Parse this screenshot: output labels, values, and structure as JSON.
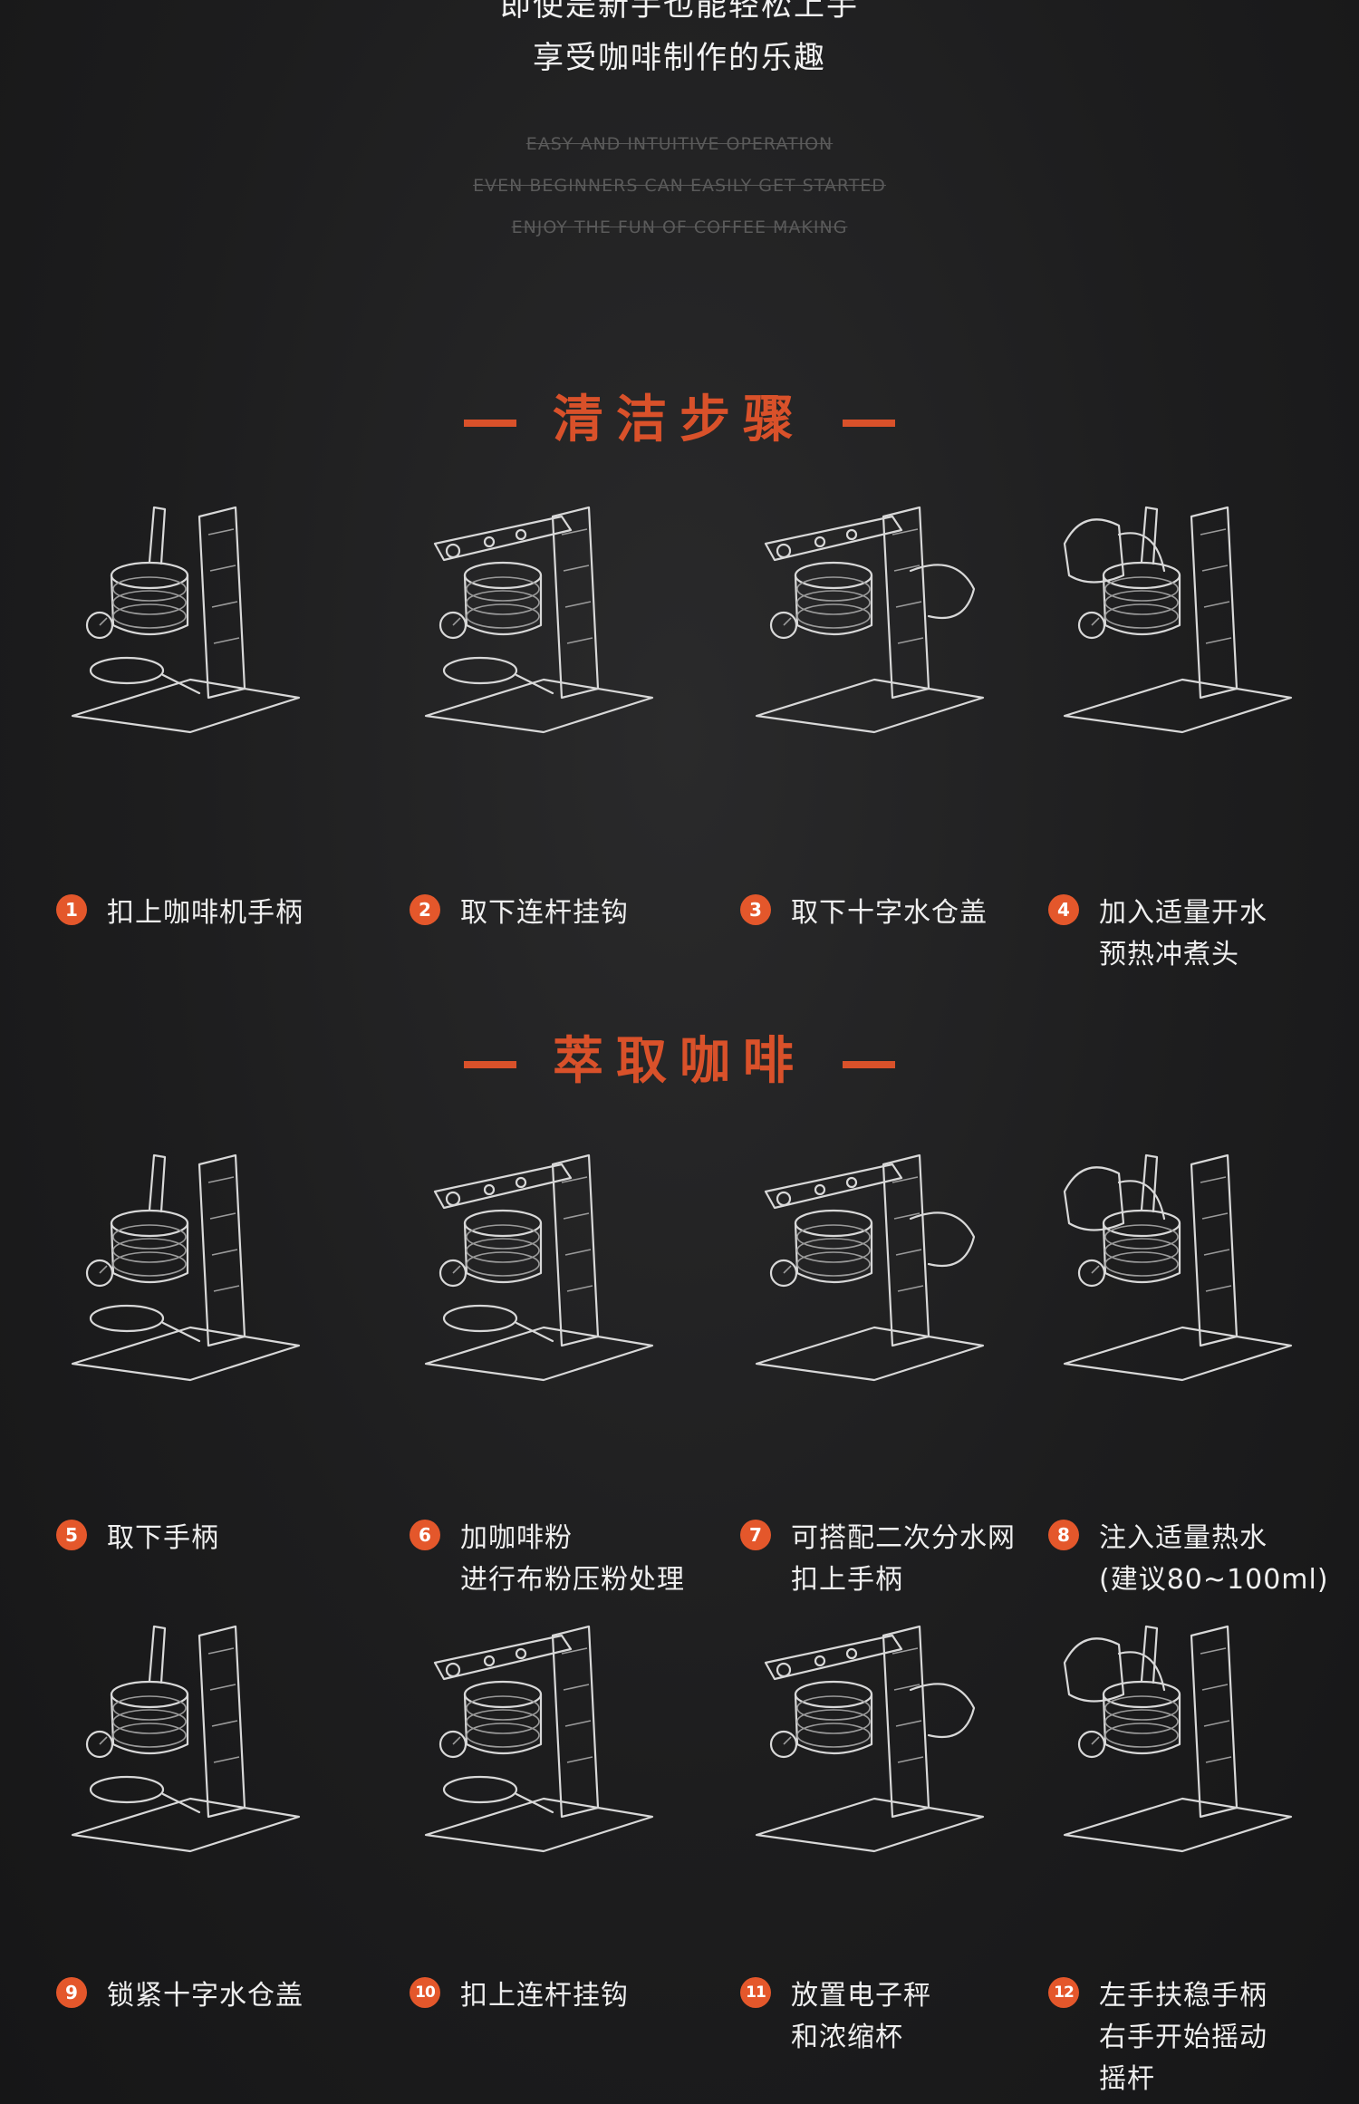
{
  "intro": {
    "line_cut": "即使是新手也能轻松上手",
    "line_main": "享受咖啡制作的乐趣",
    "en": [
      "EASY AND INTUITIVE OPERATION",
      "EVEN BEGINNERS CAN EASILY GET STARTED",
      "ENJOY THE FUN OF COFFEE MAKING"
    ]
  },
  "sections": {
    "cleaning": {
      "title": "清洁步骤"
    },
    "brewing": {
      "title": "萃取咖啡"
    }
  },
  "steps": [
    {
      "number": "1",
      "lines": [
        "扣上咖啡机手柄"
      ]
    },
    {
      "number": "2",
      "lines": [
        "取下连杆挂钩"
      ]
    },
    {
      "number": "3",
      "lines": [
        "取下十字水仓盖"
      ]
    },
    {
      "number": "4",
      "lines": [
        "加入适量开水",
        "预热冲煮头"
      ]
    },
    {
      "number": "5",
      "lines": [
        "取下手柄"
      ]
    },
    {
      "number": "6",
      "lines": [
        "加咖啡粉",
        "进行布粉压粉处理"
      ]
    },
    {
      "number": "7",
      "lines": [
        "可搭配二次分水网",
        "扣上手柄"
      ]
    },
    {
      "number": "8",
      "lines": [
        "注入适量热水",
        "(建议80~100ml)"
      ]
    },
    {
      "number": "9",
      "lines": [
        "锁紧十字水仓盖"
      ]
    },
    {
      "number": "10",
      "lines": [
        "扣上连杆挂钩"
      ]
    },
    {
      "number": "11",
      "lines": [
        "放置电子秤",
        "和浓缩杯"
      ]
    },
    {
      "number": "12",
      "lines": [
        "左手扶稳手柄",
        "右手开始摇动",
        "摇杆"
      ]
    }
  ],
  "colors": {
    "accent": "#e4572b",
    "background": "#1c1c1d",
    "text": "#efefef"
  },
  "icons": {
    "illustration": "espresso-machine-line-drawing"
  }
}
